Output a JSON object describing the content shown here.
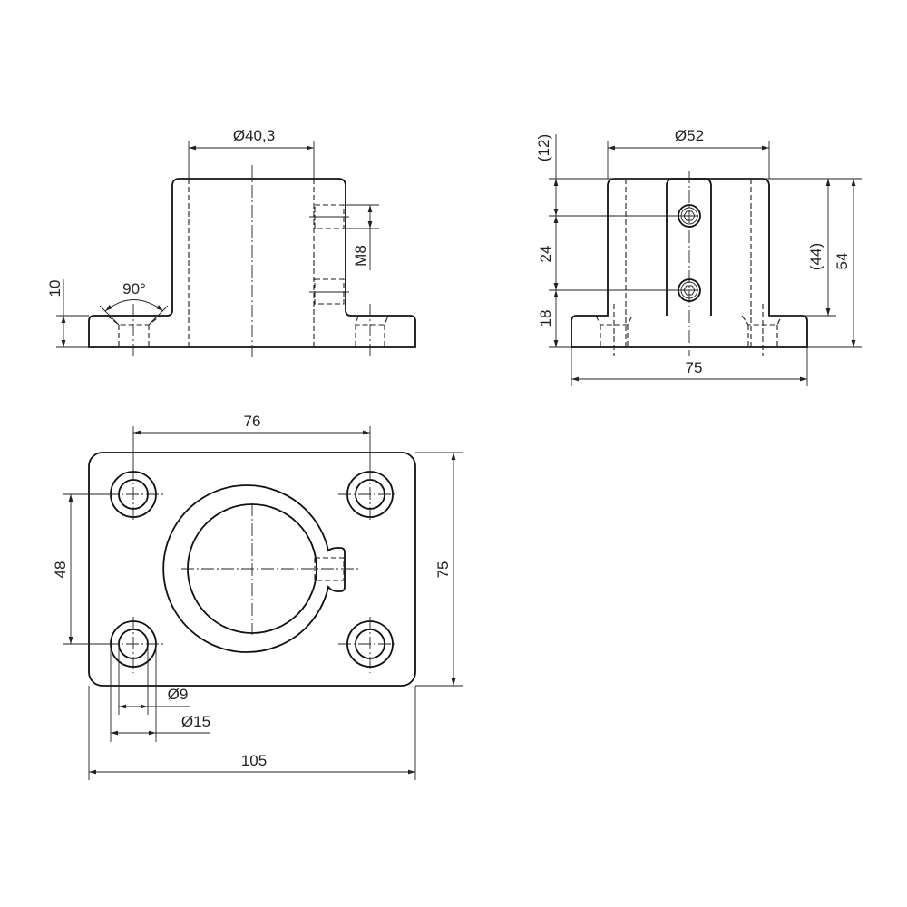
{
  "front_view": {
    "bore_dia": "Ø40,3",
    "thread": "M8",
    "flange_thickness": "10",
    "countersink_angle": "90°"
  },
  "side_view": {
    "outer_dia": "Ø52",
    "top_offset": "(12)",
    "screw_spacing": "24",
    "bottom_offset": "18",
    "tube_height": "(44)",
    "total_height": "54",
    "width": "75"
  },
  "top_view": {
    "hole_spacing_x": "76",
    "hole_spacing_y": "48",
    "plate_depth": "75",
    "hole_dia": "Ø9",
    "counterbore_dia": "Ø15",
    "plate_length": "105"
  },
  "colors": {
    "line": "#111111",
    "background": "#ffffff"
  }
}
